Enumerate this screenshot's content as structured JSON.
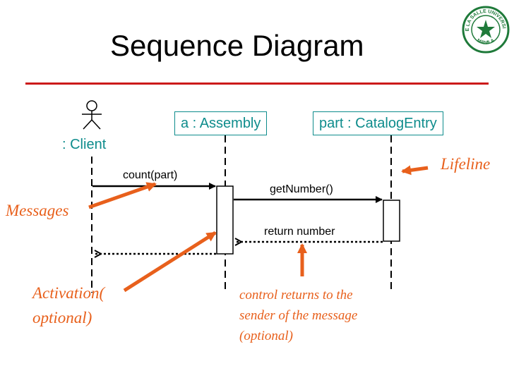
{
  "title": "Sequence Diagram",
  "actor": {
    "label": ": Client"
  },
  "objects": {
    "assembly": "a : Assembly",
    "catalog": "part : CatalogEntry"
  },
  "messages": {
    "count": "count(part)",
    "get_number": "getNumber()",
    "return_number": "return number"
  },
  "annotations": {
    "lifeline": "Lifeline",
    "messages": "Messages",
    "activation_line1": "Activation(",
    "activation_line2": "optional)",
    "control_line1": "control returns to the",
    "control_line2": "sender of the message",
    "control_line3": "(optional)"
  },
  "logo": {
    "top_text": "DE LA SALLE UNIVERSITY",
    "bottom_text": "MANILA"
  },
  "colors": {
    "teal": "#0e8c8c",
    "orange": "#e8601c",
    "rule_red": "#cc1a1a",
    "logo_green": "#1f7a3a"
  }
}
